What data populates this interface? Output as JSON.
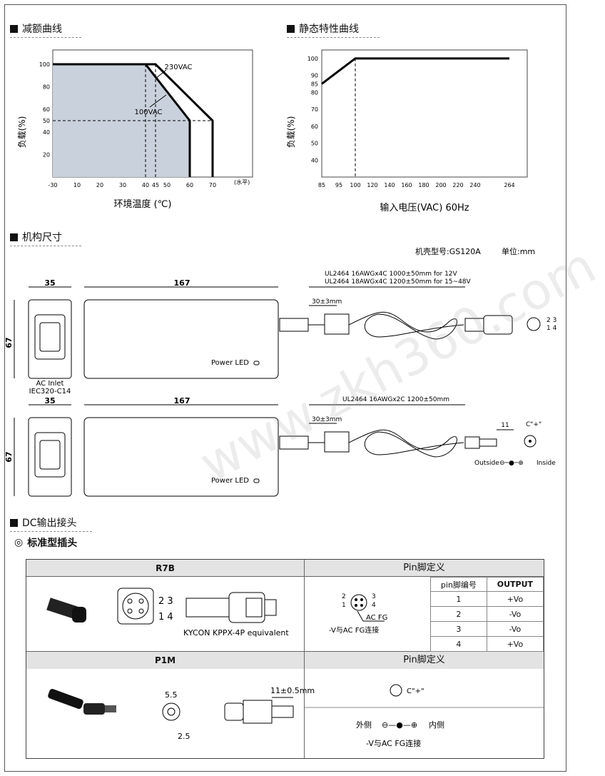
{
  "sections": {
    "derating": "减额曲线",
    "static": "静态特性曲线",
    "mech": "机构尺寸",
    "dc": "DC输出接头"
  },
  "derating_chart": {
    "type": "area",
    "ylabel": "负载(%)",
    "xlabel": "环境温度 (℃)",
    "x_note": "(水平)",
    "x_ticks": [
      "-30",
      "10",
      "20",
      "30",
      "40",
      "45",
      "50",
      "60",
      "70"
    ],
    "y_ticks": [
      "100",
      "80",
      "60",
      "50",
      "40",
      "20"
    ],
    "series": [
      {
        "name": "230VAC",
        "x": [
          -30,
          45,
          70,
          70
        ],
        "y": [
          100,
          100,
          50,
          0
        ]
      },
      {
        "name": "100VAC",
        "x": [
          -30,
          40,
          60,
          60
        ],
        "y": [
          100,
          100,
          50,
          0
        ]
      }
    ]
  },
  "static_chart": {
    "type": "line",
    "ylabel": "负载(%)",
    "xlabel": "输入电压(VAC) 60Hz",
    "x_ticks": [
      "85",
      "95",
      "100",
      "120",
      "140",
      "160",
      "180",
      "200",
      "220",
      "240",
      "264"
    ],
    "y_ticks": [
      "100",
      "90",
      "85",
      "80",
      "70",
      "60",
      "50",
      "40"
    ],
    "series": [
      {
        "x": [
          "85",
          "100",
          "264"
        ],
        "y": [
          85,
          100,
          100
        ]
      }
    ]
  },
  "mech": {
    "model": "机壳型号:GS120A",
    "unit": "单位:mm",
    "width_dim": "35",
    "length_dim": "167",
    "height_dim": "67",
    "ac_inlet": "AC Inlet",
    "iec": "IEC320-C14",
    "cable1_a": "UL2464 16AWGx4C 1000±50mm for 12V",
    "cable1_b": "UL2464 18AWGx4C 1200±50mm for 15~48V",
    "cable2": "UL2464 16AWGx2C 1200±50mm",
    "strain": "30±3mm",
    "power_led": "Power LED",
    "pins_top": "2 3",
    "pins_bot": "1 4",
    "tip_len": "11",
    "cplus": "C\"+\"",
    "outside": "Outside",
    "inside": "Inside"
  },
  "dc": {
    "standard": "标准型插头",
    "r7b": {
      "title": "R7B",
      "pins_top": "2 3",
      "pins_bot": "1 4",
      "kycon": "KYCON KPPX-4P equivalent"
    },
    "pin_def_title": "Pin脚定义",
    "ac_fg": "AC FG",
    "fg_note": "-V与AC FG连接",
    "pin_table": {
      "headers": [
        "pin脚编号",
        "OUTPUT"
      ],
      "rows": [
        [
          "1",
          "+Vo"
        ],
        [
          "2",
          "-Vo"
        ],
        [
          "3",
          "-Vo"
        ],
        [
          "4",
          "+Vo"
        ]
      ]
    },
    "p1m": {
      "title": "P1M",
      "d_outer": "5.5",
      "d_inner": "2.5",
      "length": "11±0.5mm"
    },
    "pin_def2_title": "Pin脚定义",
    "cplus": "C\"+\"",
    "outer": "外侧",
    "inner": "内侧",
    "fg_note2": "-V与AC FG连接"
  },
  "watermark": "www.zkh360.com"
}
